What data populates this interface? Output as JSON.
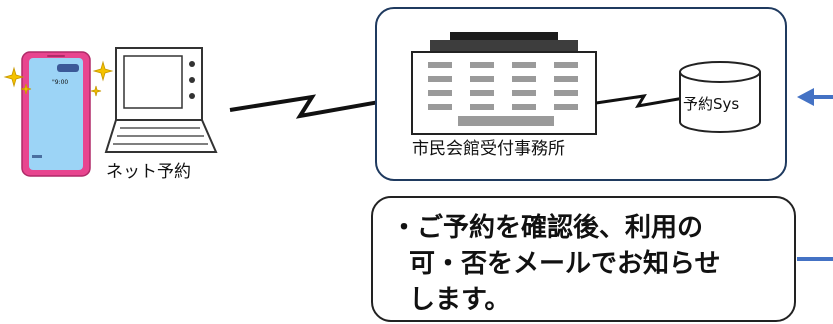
{
  "labels": {
    "net_booking": "ネット予約",
    "office": "市民会館受付事務所",
    "system": "予約Sys",
    "phone_time": "\"9:00"
  },
  "note": {
    "line1": "・ご予約を確認後、利用の",
    "line2": "可・否をメールでお知らせ",
    "line3": "します。"
  },
  "colors": {
    "phone_frame": "#e8458f",
    "phone_screen": "#9cd4f6",
    "sparkle": "#f5c200",
    "arrow": "#4472c4",
    "office_border": "#1f3a5f"
  }
}
